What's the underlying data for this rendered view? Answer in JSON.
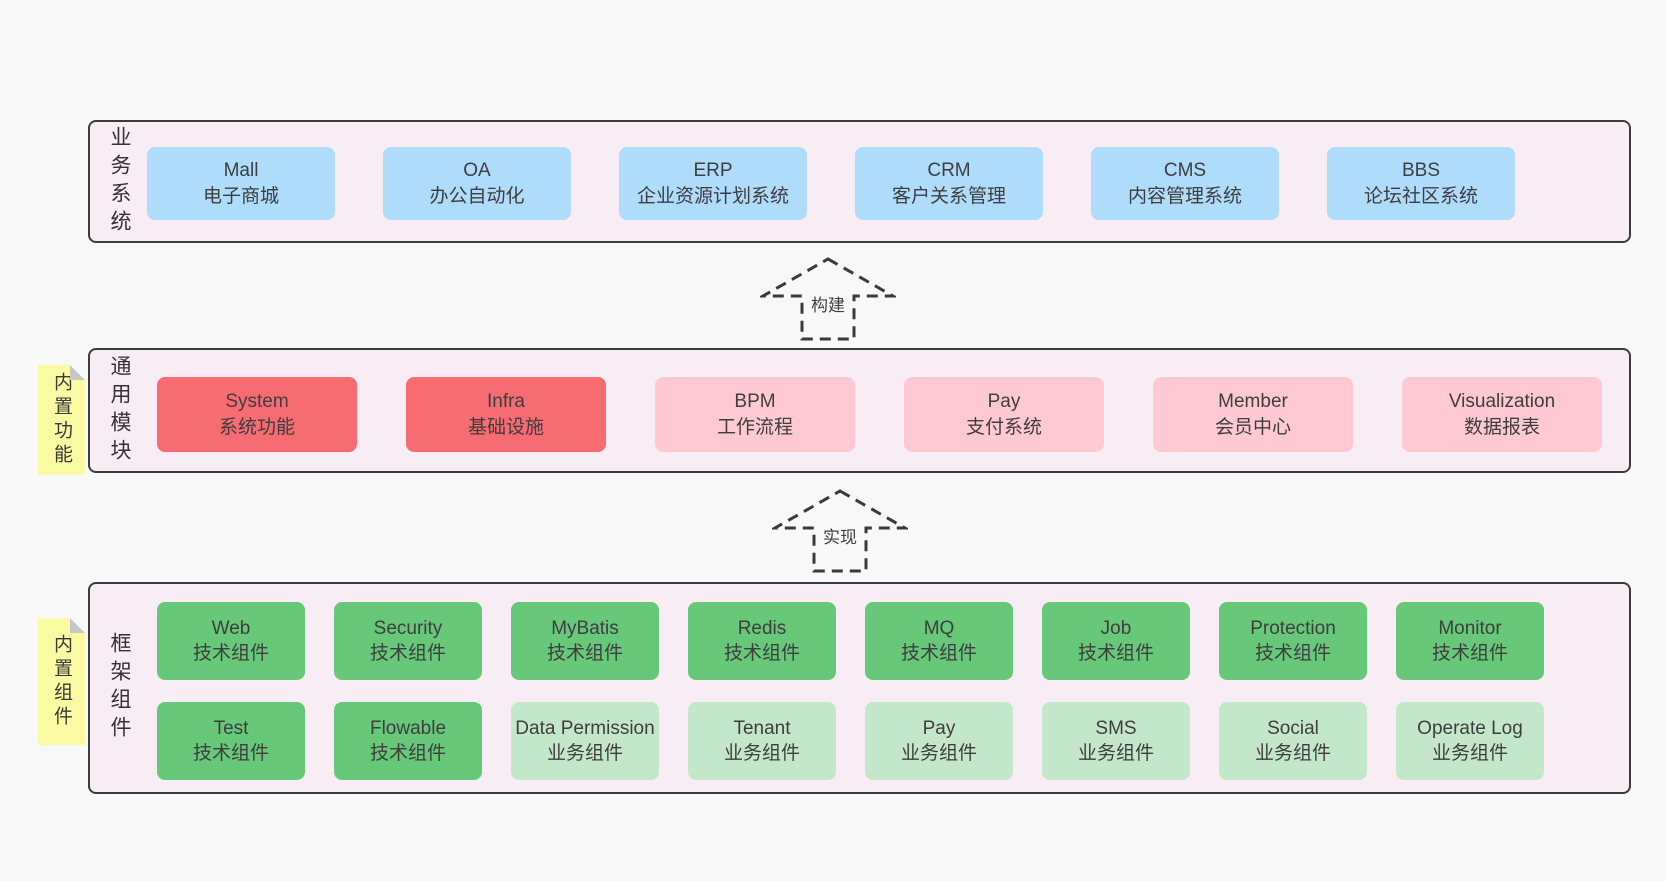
{
  "palette": {
    "page_bg": "#f8f8f8",
    "layer_bg": "#f9edf5",
    "layer_border": "#3c3c3c",
    "blue": "#aedcfa",
    "red": "#f76c72",
    "pink": "#ffc9d3",
    "green": "#67c879",
    "light_green": "#c3e8c9",
    "note_yellow": "#fafaa2",
    "note_fold_gray": "#c6c6c6"
  },
  "arrows": [
    {
      "label": "构建"
    },
    {
      "label": "实现"
    }
  ],
  "layers": [
    {
      "label": "业务系统",
      "boxes": [
        {
          "title": "Mall",
          "subtitle": "电子商城"
        },
        {
          "title": "OA",
          "subtitle": "办公自动化"
        },
        {
          "title": "ERP",
          "subtitle": "企业资源计划系统"
        },
        {
          "title": "CRM",
          "subtitle": "客户关系管理"
        },
        {
          "title": "CMS",
          "subtitle": "内容管理系统"
        },
        {
          "title": "BBS",
          "subtitle": "论坛社区系统"
        }
      ]
    },
    {
      "label": "通用模块",
      "note": "内置功能",
      "boxes": [
        {
          "title": "System",
          "subtitle": "系统功能"
        },
        {
          "title": "Infra",
          "subtitle": "基础设施"
        },
        {
          "title": "BPM",
          "subtitle": "工作流程"
        },
        {
          "title": "Pay",
          "subtitle": "支付系统"
        },
        {
          "title": "Member",
          "subtitle": "会员中心"
        },
        {
          "title": "Visualization",
          "subtitle": "数据报表"
        }
      ]
    },
    {
      "label": "框架组件",
      "note": "内置组件",
      "rows": [
        [
          {
            "title": "Web",
            "subtitle": "技术组件"
          },
          {
            "title": "Security",
            "subtitle": "技术组件"
          },
          {
            "title": "MyBatis",
            "subtitle": "技术组件"
          },
          {
            "title": "Redis",
            "subtitle": "技术组件"
          },
          {
            "title": "MQ",
            "subtitle": "技术组件"
          },
          {
            "title": "Job",
            "subtitle": "技术组件"
          },
          {
            "title": "Protection",
            "subtitle": "技术组件"
          },
          {
            "title": "Monitor",
            "subtitle": "技术组件"
          }
        ],
        [
          {
            "title": "Test",
            "subtitle": "技术组件"
          },
          {
            "title": "Flowable",
            "subtitle": "技术组件"
          },
          {
            "title": "Data Permission",
            "subtitle": "业务组件"
          },
          {
            "title": "Tenant",
            "subtitle": "业务组件"
          },
          {
            "title": "Pay",
            "subtitle": "业务组件"
          },
          {
            "title": "SMS",
            "subtitle": "业务组件"
          },
          {
            "title": "Social",
            "subtitle": "业务组件"
          },
          {
            "title": "Operate Log",
            "subtitle": "业务组件"
          }
        ]
      ]
    }
  ]
}
